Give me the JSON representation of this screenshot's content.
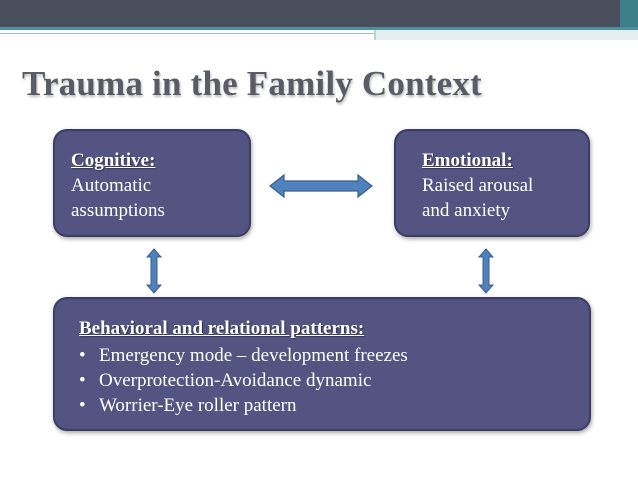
{
  "slide": {
    "title": "Trauma in the Family Context"
  },
  "cognitive": {
    "heading": "Cognitive:",
    "lines": [
      "Automatic",
      "assumptions"
    ]
  },
  "emotional": {
    "heading": "Emotional:",
    "lines": [
      "Raised arousal",
      "and anxiety"
    ]
  },
  "behavioral": {
    "heading": "Behavioral and relational patterns:",
    "bullet_char": "•",
    "items": [
      "Emergency mode – development freezes",
      "Overprotection-Avoidance dynamic",
      "Worrier-Eye roller pattern"
    ]
  },
  "colors": {
    "box_fill": "#545482",
    "box_border": "#3c3c66",
    "arrow_fill": "#4f81bd",
    "title_text": "#595c66",
    "header_band": "#4a4e5c",
    "header_accent": "#4d8f9b"
  }
}
